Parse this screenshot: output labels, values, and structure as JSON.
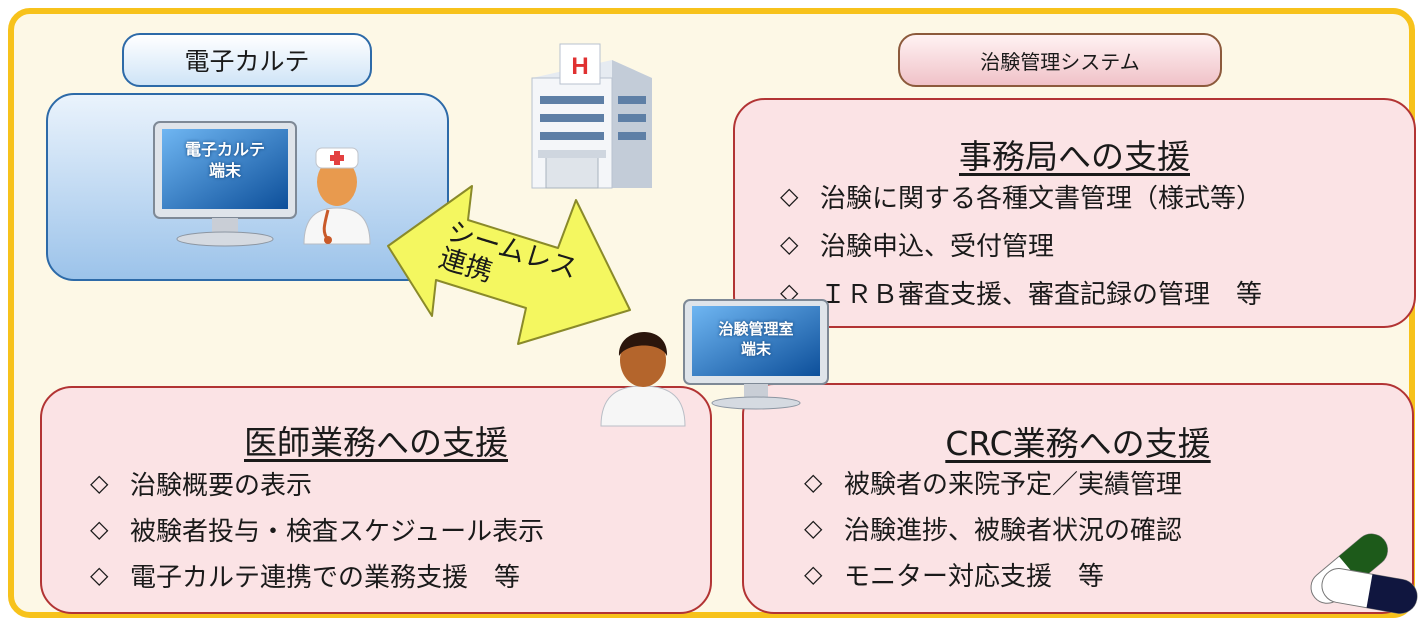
{
  "karte_pill": "電子カルテ",
  "system_pill": "治験管理システム",
  "karte_terminal": [
    "電子カルテ",
    "端末"
  ],
  "room_terminal": [
    "治験管理室",
    "端末"
  ],
  "hospital_sign": "H",
  "arrow_label": [
    "シームレス",
    "連携"
  ],
  "jimu": {
    "title": "事務局への支援",
    "items": [
      "治験に関する各種文書管理（様式等）",
      "治験申込、受付管理",
      "ＩＲＢ審査支援、審査記録の管理　等"
    ]
  },
  "doctor": {
    "title": "医師業務への支援",
    "items": [
      "治験概要の表示",
      "被験者投与・検査スケジュール表示",
      "電子カルテ連携での業務支援　等"
    ]
  },
  "crc": {
    "title": "CRC業務への支援",
    "items": [
      "被験者の来院予定／実績管理",
      "治験進捗、被験者状況の確認",
      "モニター対応支援　等"
    ]
  },
  "bullet": "◇",
  "colors": {
    "frame": "#f7c21b",
    "card_bg": "#fbe3e5",
    "card_border": "#b23434",
    "karte_border": "#2d6aa8",
    "arrow_fill": "#f4f760"
  }
}
